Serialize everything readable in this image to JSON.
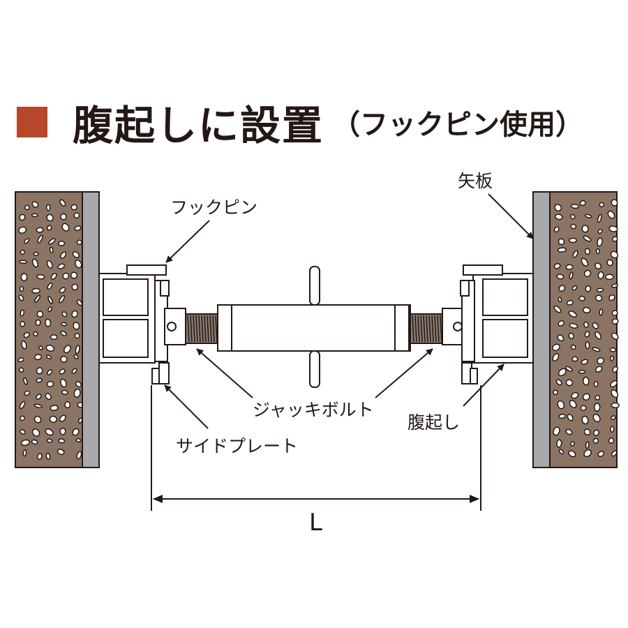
{
  "title": {
    "main": "腹起しに設置",
    "sub": "（フックピン使用）",
    "marker_color": "#b7472a"
  },
  "labels": {
    "sheet_pile": "矢板",
    "hook_pin": "フックピン",
    "jack_bolt": "ジャッキボルト",
    "waler": "腹起し",
    "side_plate": "サイドプレート",
    "dimension": "L"
  },
  "colors": {
    "soil": "#8b7464",
    "plate": "#a7a9ac",
    "outline": "#231815"
  }
}
